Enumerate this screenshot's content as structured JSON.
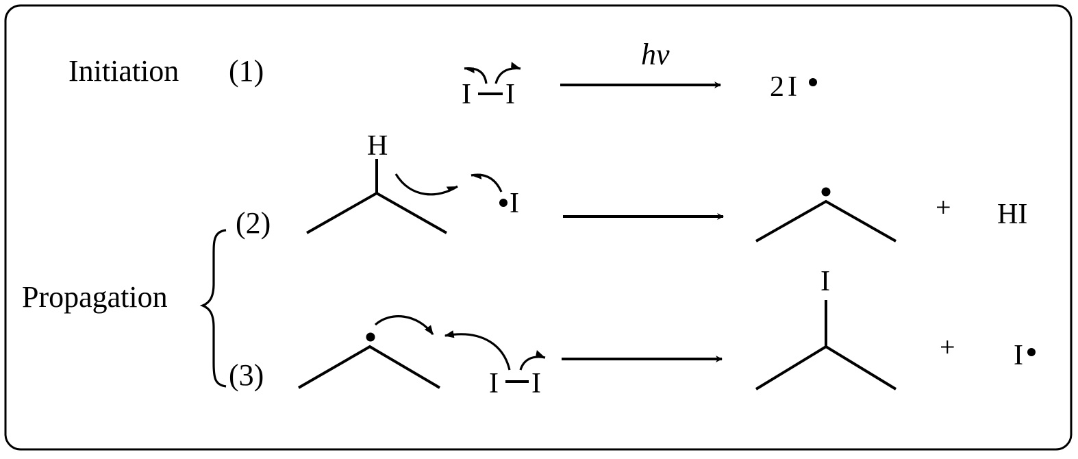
{
  "stages": {
    "initiation": "Initiation",
    "propagation": "Propagation"
  },
  "steps": {
    "step1": {
      "number": "(1)",
      "atom_left": "I",
      "atom_right": "I",
      "condition": "hv",
      "product_coefficient": "2",
      "product_atom": "I"
    },
    "step2": {
      "number": "(2)",
      "hydrogen": "H",
      "radical_atom": "I",
      "plus": "+",
      "byproduct": "HI"
    },
    "step3": {
      "number": "(3)",
      "atom_left": "I",
      "atom_right": "I",
      "product_atom": "I",
      "plus": "+",
      "radical_atom": "I"
    }
  }
}
